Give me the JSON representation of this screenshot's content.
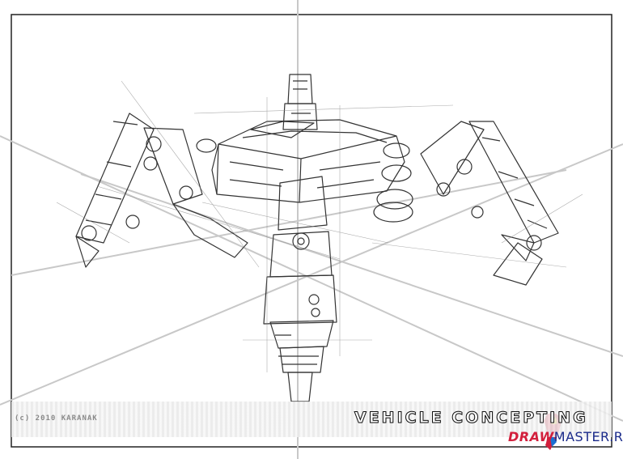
{
  "artwork": {
    "copyright": "(c) 2010 KARANAK",
    "title": "VEHICLE CONCEPTING",
    "site_part1": "DRAW",
    "site_part2": "MASTER.RU"
  },
  "colors": {
    "background": "#ffffff",
    "guide_lines": "#c8c8c8",
    "sketch": "#333333",
    "site_red": "#d21f3c",
    "site_blue": "#1a2a8a"
  },
  "icons": [
    "parrot-logo-icon"
  ]
}
